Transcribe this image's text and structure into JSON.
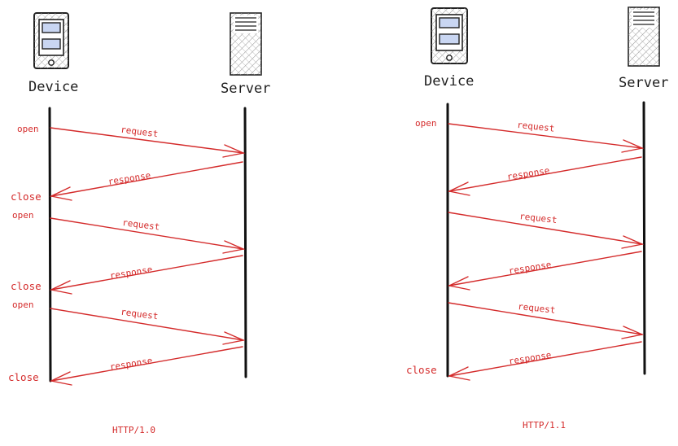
{
  "panels": [
    {
      "id": "http10",
      "device_label": "Device",
      "server_label": "Server",
      "caption": "HTTP/1.0",
      "markers": [
        "open",
        "close",
        "open",
        "close",
        "open",
        "close"
      ],
      "messages": [
        "request",
        "response",
        "request",
        "response",
        "request",
        "response"
      ]
    },
    {
      "id": "http11",
      "device_label": "Device",
      "server_label": "Server",
      "caption": "HTTP/1.1",
      "markers": [
        "open",
        "close"
      ],
      "messages": [
        "request",
        "response",
        "request",
        "response",
        "request",
        "response"
      ]
    }
  ],
  "colors": {
    "arrow": "#d42b2b",
    "lifeline": "#111111",
    "device_screen": "#c9d6f2"
  },
  "icons": {
    "device": "mobile-device-icon",
    "server": "server-tower-icon"
  }
}
